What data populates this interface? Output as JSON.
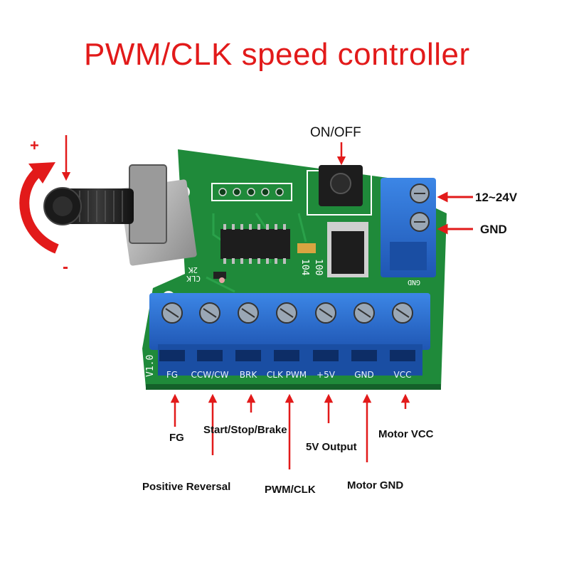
{
  "title": "PWM/CLK speed controller",
  "button_label": "ON/OFF",
  "knob": {
    "plus": "+",
    "minus": "-"
  },
  "power_terminals": {
    "vin": "12~24V",
    "gnd": "GND",
    "board_label": "GND"
  },
  "board": {
    "version": "V1.0",
    "silk_clk": "CLK",
    "silk_2k": "2K",
    "silk_104": "104",
    "silk_100": "100"
  },
  "terminal_labels": [
    "FG",
    "CCW/CW",
    "BRK",
    "CLK PWM",
    "+5V",
    "GND",
    "VCC"
  ],
  "pin_descriptions": {
    "fg": "FG",
    "ccw_cw": "Positive Reversal",
    "brk": "Start/Stop/Brake",
    "pwm": "PWM/CLK",
    "v5": "5V Output",
    "gnd": "Motor GND",
    "vcc": "Motor VCC"
  },
  "colors": {
    "title": "#e21a1a",
    "arrow": "#e21a1a",
    "pcb": "#1f8a3a",
    "terminal": "#2f6fd0"
  }
}
